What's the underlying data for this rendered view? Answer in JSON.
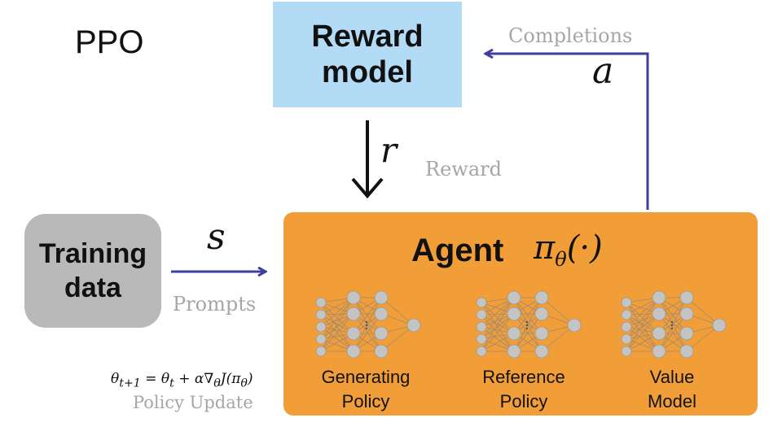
{
  "title": "PPO",
  "reward_model": {
    "line1": "Reward",
    "line2": "model"
  },
  "training_data": {
    "line1": "Training",
    "line2": "data"
  },
  "agent": {
    "label": "Agent",
    "symbol_base": "π",
    "symbol_sub": "θ",
    "symbol_arg": "(·)",
    "networks": [
      {
        "line1": "Generating",
        "line2": "Policy"
      },
      {
        "line1": "Reference",
        "line2": "Policy"
      },
      {
        "line1": "Value",
        "line2": "Model"
      }
    ]
  },
  "edges": {
    "completions": {
      "label": "Completions",
      "var": "a"
    },
    "reward": {
      "label": "Reward",
      "var": "r"
    },
    "prompts": {
      "label": "Prompts",
      "var": "s"
    }
  },
  "policy_update": {
    "formula": "θt+1 = θt + α∇θJ(πθ)",
    "label": "Policy Update"
  },
  "colors": {
    "reward_box": "#b3dbf5",
    "training_box": "#b9b9b9",
    "agent_box": "#f29e38",
    "arrow_blue": "#3f3fa0",
    "edge_label_gray": "#a6a6a6"
  }
}
